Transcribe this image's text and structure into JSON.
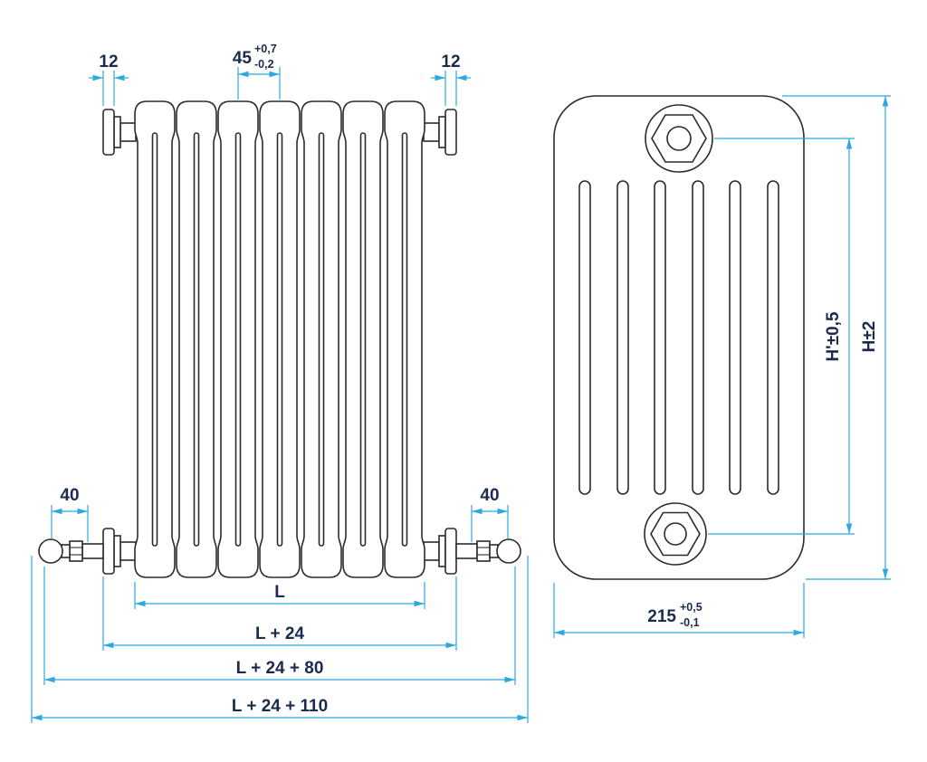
{
  "meta": {
    "title": "Column radiator dimensioned technical drawing",
    "views": [
      "front view with length dimension chain",
      "side section view with height dimensions"
    ]
  },
  "colors": {
    "outline": "#2b2b2b",
    "dimension_line": "#2BA9E0",
    "dimension_text": "#1B2B4C",
    "background": "#ffffff"
  },
  "front_view": {
    "section_count": 7,
    "dimensions": {
      "top_left_tapping": "12",
      "top_right_tapping": "12",
      "section_pitch": "45",
      "section_pitch_tol_upper": "+0,7",
      "section_pitch_tol_lower": "-0,2",
      "bottom_left_valve": "40",
      "bottom_right_valve": "40",
      "length": "L",
      "length_plus_plugs": "L + 24",
      "length_plus_valves": "L + 24 + 80",
      "length_overall": "L + 24 + 110"
    }
  },
  "side_view": {
    "column_count": 6,
    "dimensions": {
      "tapping_centres_height": "H'±0,5",
      "overall_height": "H±2",
      "depth": "215",
      "depth_tol_upper": "+0,5",
      "depth_tol_lower": "-0,1"
    }
  }
}
